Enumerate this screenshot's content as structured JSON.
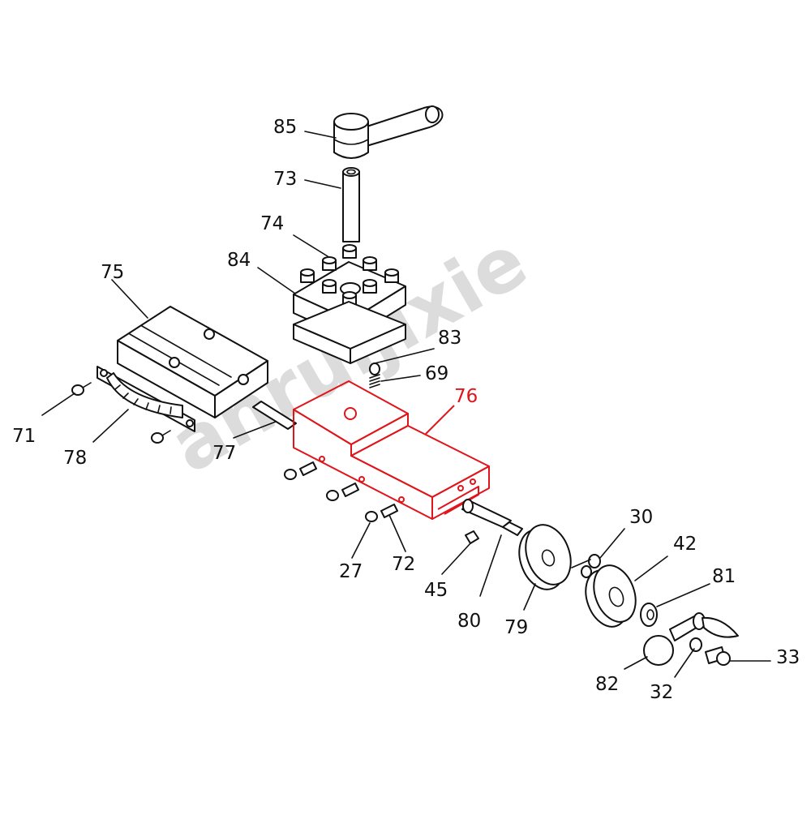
{
  "watermark": "anruijixie",
  "colors": {
    "highlight": "#e0151b",
    "ink": "#111111",
    "watermark": "#dcdcdc"
  },
  "callouts": [
    {
      "id": "85",
      "label": "85",
      "highlight": false
    },
    {
      "id": "73",
      "label": "73",
      "highlight": false
    },
    {
      "id": "74",
      "label": "74",
      "highlight": false
    },
    {
      "id": "84",
      "label": "84",
      "highlight": false
    },
    {
      "id": "75",
      "label": "75",
      "highlight": false
    },
    {
      "id": "83",
      "label": "83",
      "highlight": false
    },
    {
      "id": "69",
      "label": "69",
      "highlight": false
    },
    {
      "id": "76",
      "label": "76",
      "highlight": true
    },
    {
      "id": "71",
      "label": "71",
      "highlight": false
    },
    {
      "id": "78",
      "label": "78",
      "highlight": false
    },
    {
      "id": "77",
      "label": "77",
      "highlight": false
    },
    {
      "id": "30",
      "label": "30",
      "highlight": false
    },
    {
      "id": "42",
      "label": "42",
      "highlight": false
    },
    {
      "id": "81",
      "label": "81",
      "highlight": false
    },
    {
      "id": "27",
      "label": "27",
      "highlight": false
    },
    {
      "id": "72",
      "label": "72",
      "highlight": false
    },
    {
      "id": "45",
      "label": "45",
      "highlight": false
    },
    {
      "id": "80",
      "label": "80",
      "highlight": false
    },
    {
      "id": "79",
      "label": "79",
      "highlight": false
    },
    {
      "id": "33",
      "label": "33",
      "highlight": false
    },
    {
      "id": "82",
      "label": "82",
      "highlight": false
    },
    {
      "id": "32",
      "label": "32",
      "highlight": false
    }
  ]
}
